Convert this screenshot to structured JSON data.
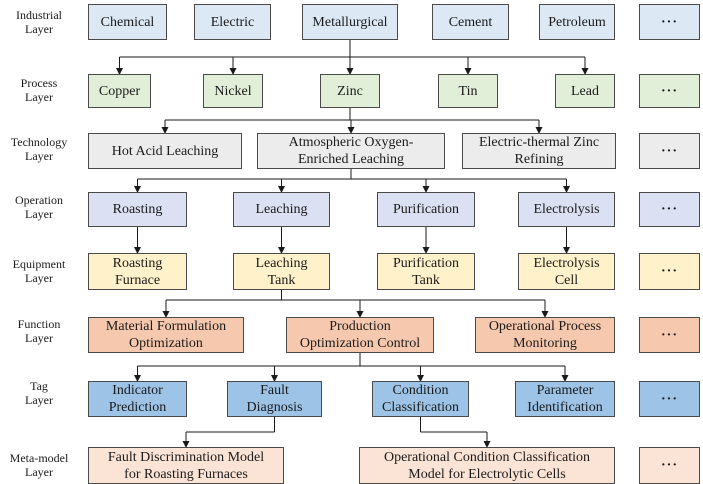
{
  "layers": {
    "industrial": {
      "label": "Industrial\nLayer",
      "items": [
        "Chemical",
        "Electric",
        "Metallurgical",
        "Cement",
        "Petroleum",
        "···"
      ]
    },
    "process": {
      "label": "Process\nLayer",
      "items": [
        "Copper",
        "Nickel",
        "Zinc",
        "Tin",
        "Lead",
        "···"
      ]
    },
    "technology": {
      "label": "Technology\nLayer",
      "items": [
        "Hot Acid Leaching",
        "Atmospheric Oxygen-\nEnriched Leaching",
        "Electric-thermal Zinc\nRefining",
        "···"
      ]
    },
    "operation": {
      "label": "Operation\nLayer",
      "items": [
        "Roasting",
        "Leaching",
        "Purification",
        "Electrolysis",
        "···"
      ]
    },
    "equipment": {
      "label": "Equipment\nLayer",
      "items": [
        "Roasting\nFurnace",
        "Leaching\nTank",
        "Purification\nTank",
        "Electrolysis\nCell",
        "···"
      ]
    },
    "function": {
      "label": "Function\nLayer",
      "items": [
        "Material Formulation\nOptimization",
        "Production\nOptimization Control",
        "Operational Process\nMonitoring",
        "···"
      ]
    },
    "tag": {
      "label": "Tag\nLayer",
      "items": [
        "Indicator\nPrediction",
        "Fault\nDiagnosis",
        "Condition\nClassification",
        "Parameter\nIdentification",
        "···"
      ]
    },
    "metamodel": {
      "label": "Meta-model\nLayer",
      "items": [
        "Fault Discrimination Model\nfor Roasting Furnaces",
        "Operational Condition Classification\nModel for Electrolytic Cells",
        "···"
      ]
    }
  },
  "colors": {
    "industrial": "#dce9f5",
    "process": "#e1efd9",
    "technology": "#ececec",
    "operation": "#dbe0f3",
    "equipment": "#fff1c9",
    "function": "#f6c8ad",
    "tag": "#9dc3e6",
    "metamodel": "#fbe4d5",
    "line": "#1a1a1a"
  }
}
